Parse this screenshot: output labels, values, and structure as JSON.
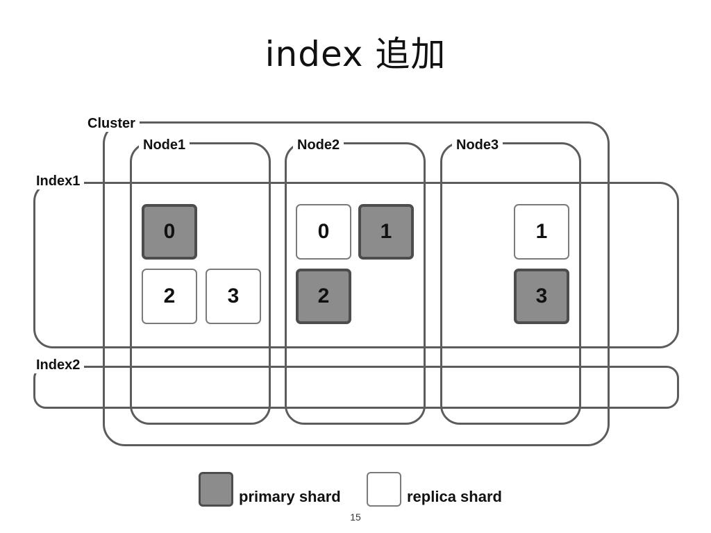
{
  "title": "index 追加",
  "cluster": {
    "label": "Cluster"
  },
  "nodes": [
    {
      "label": "Node1"
    },
    {
      "label": "Node2"
    },
    {
      "label": "Node3"
    }
  ],
  "indices": [
    {
      "label": "Index1"
    },
    {
      "label": "Index2"
    }
  ],
  "shards": [
    {
      "node": "Node1",
      "number": "0",
      "type": "primary"
    },
    {
      "node": "Node1",
      "number": "2",
      "type": "replica"
    },
    {
      "node": "Node1",
      "number": "3",
      "type": "replica"
    },
    {
      "node": "Node2",
      "number": "0",
      "type": "replica"
    },
    {
      "node": "Node2",
      "number": "1",
      "type": "primary"
    },
    {
      "node": "Node2",
      "number": "2",
      "type": "primary"
    },
    {
      "node": "Node3",
      "number": "1",
      "type": "replica"
    },
    {
      "node": "Node3",
      "number": "3",
      "type": "primary"
    }
  ],
  "legend": {
    "primary": "primary shard",
    "replica": "replica shard"
  },
  "page_number": "15",
  "colors": {
    "primary_fill": "#8c8c8c",
    "primary_border": "#4d4d4d",
    "replica_fill": "#ffffff",
    "outline": "#5c5c5c"
  }
}
